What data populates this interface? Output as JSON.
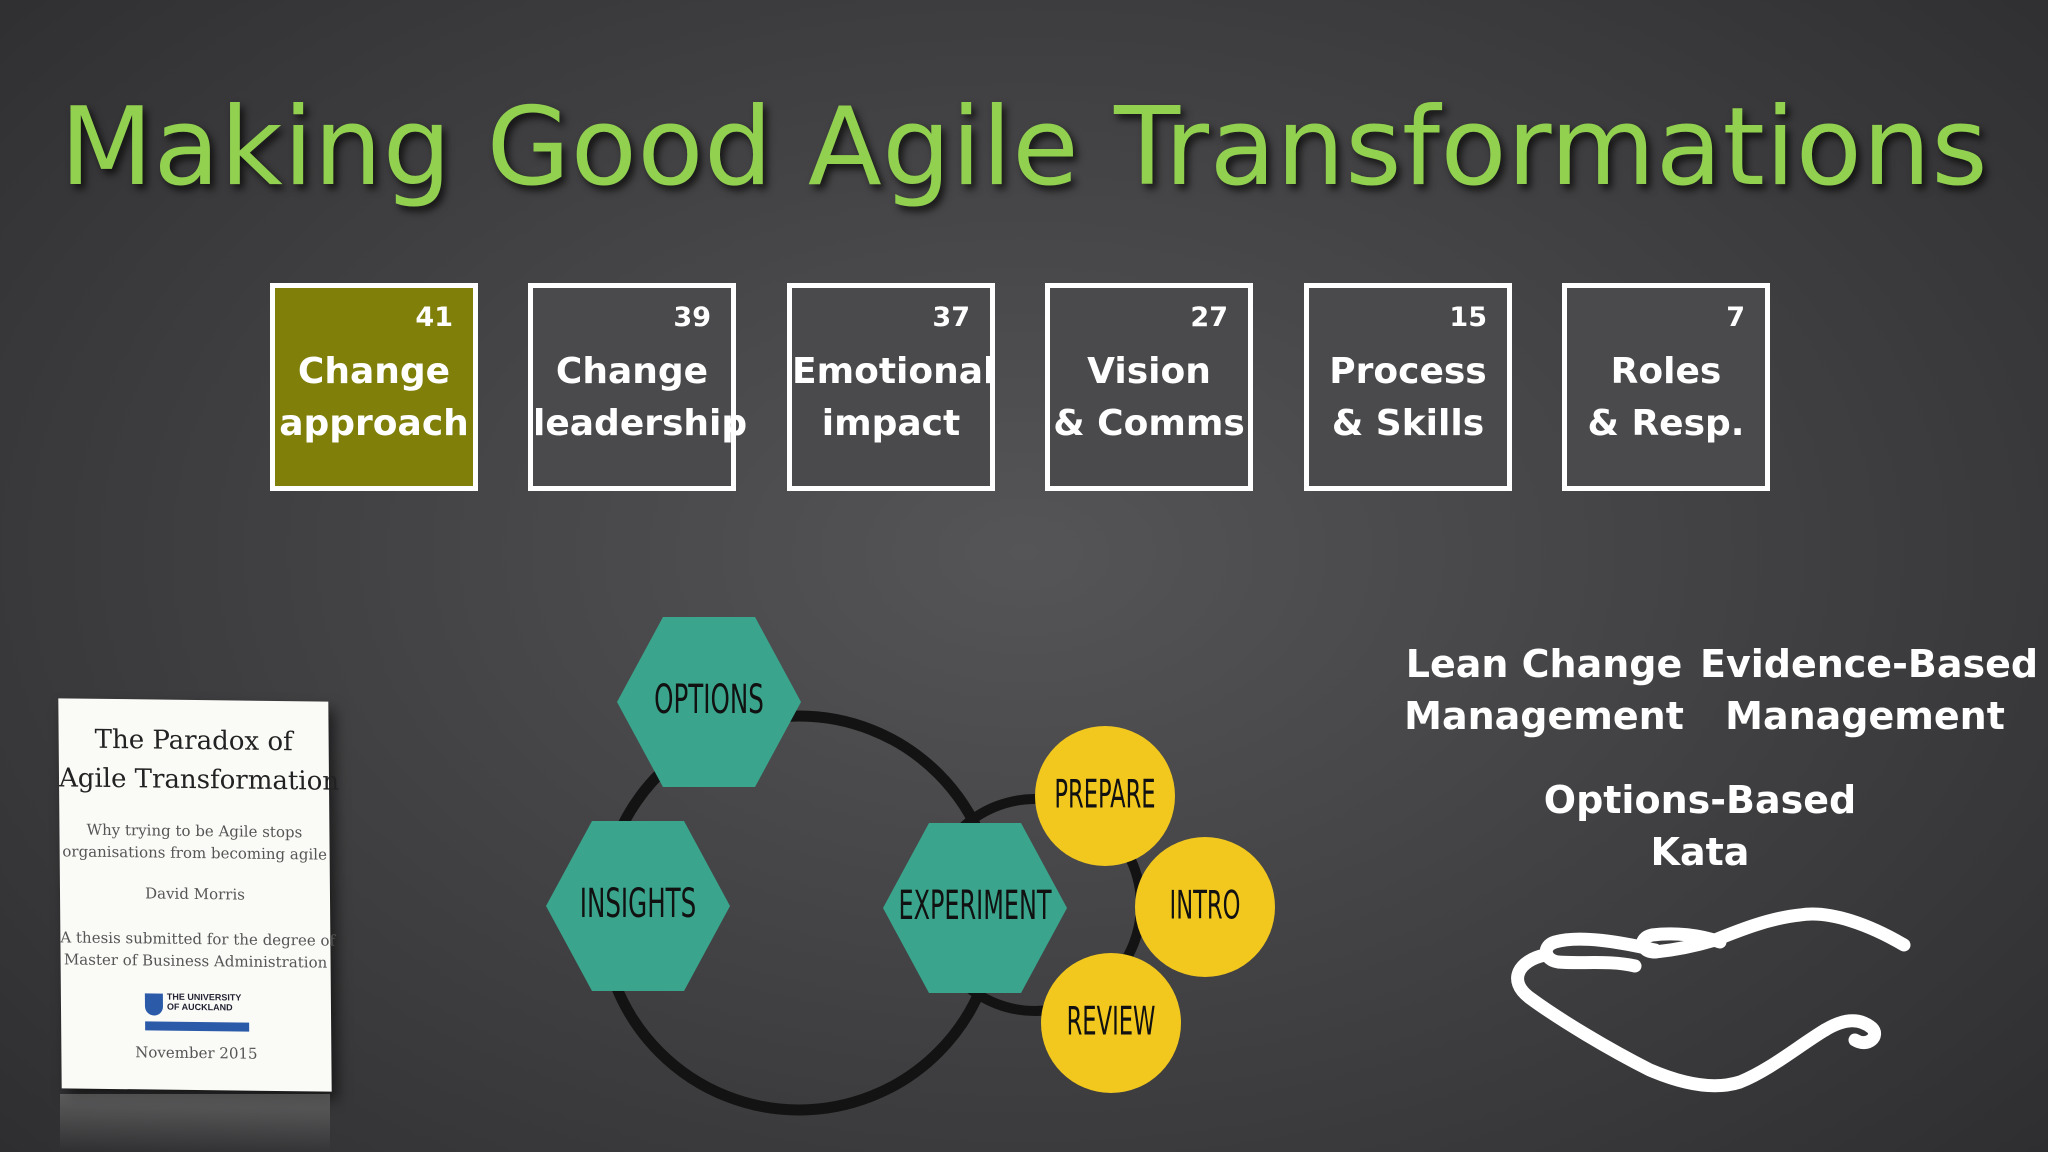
{
  "title": "Making Good Agile Transformations",
  "accent_color": "#92d050",
  "highlight_box_color": "#7f7f0a",
  "categories": [
    {
      "count": "41",
      "label": "Change\napproach",
      "highlighted": true
    },
    {
      "count": "39",
      "label": "Change\nleadership",
      "highlighted": false
    },
    {
      "count": "37",
      "label": "Emotional\nimpact",
      "highlighted": false
    },
    {
      "count": "27",
      "label": "Vision\n& Comms",
      "highlighted": false
    },
    {
      "count": "15",
      "label": "Process\n& Skills",
      "highlighted": false
    },
    {
      "count": "7",
      "label": "Roles\n& Resp.",
      "highlighted": false
    }
  ],
  "thesis": {
    "title": "The Paradox of\nAgile Transformation",
    "subtitle": "Why trying to be Agile stops\norganisations from becoming agile",
    "author": "David Morris",
    "degree": "A thesis submitted for the degree of\nMaster of Business Administration",
    "university": "THE UNIVERSITY\nOF AUCKLAND",
    "date": "November 2015"
  },
  "cycle": {
    "hexagons": [
      "OPTIONS",
      "INSIGHTS",
      "EXPERIMENT"
    ],
    "circles": [
      "PREPARE",
      "INTRO",
      "REVIEW"
    ],
    "hex_color": "#3aa58c",
    "circle_color": "#f2c81f"
  },
  "methods": {
    "lean": "Lean Change\nManagement",
    "evidence": "Evidence-Based\nManagement",
    "options": "Options-Based\nKata"
  },
  "icons": {
    "offer": "open-hand-icon",
    "university": "university-crest-icon"
  }
}
